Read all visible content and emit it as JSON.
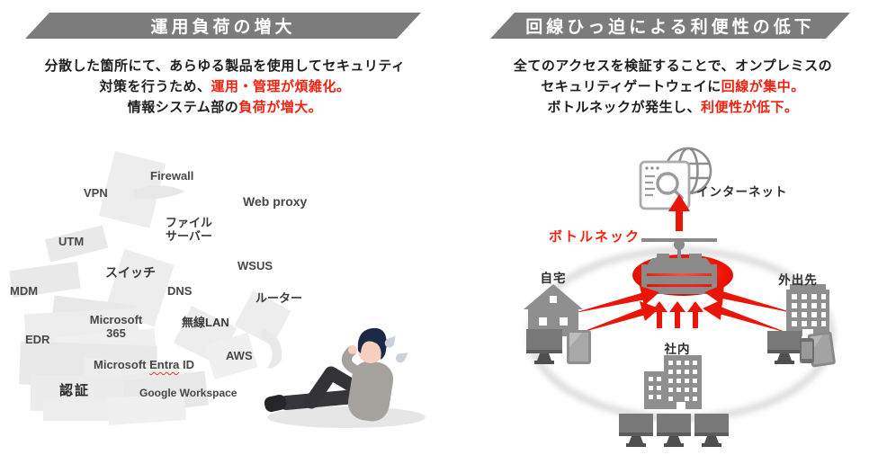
{
  "colors": {
    "accent_red": "#f3210f",
    "banner_gray": "#7c7c7c",
    "icon_gray": "#8f8f8f",
    "paper_gray": "#ededed"
  },
  "left_panel": {
    "title": "運用負荷の増大",
    "description": {
      "line1": "分散した箇所にて、あらゆる製品を使用してセキュリティ",
      "line2_black": "対策を行うため、",
      "line2_red": "運用・管理が煩雑化。",
      "line3_black": "情報システム部の",
      "line3_red": "負荷が増大。"
    },
    "products": {
      "firewall": "Firewall",
      "vpn": "VPN",
      "web_proxy": "Web proxy",
      "file_server": "ファイル\nサーバー",
      "utm": "UTM",
      "wsus": "WSUS",
      "switch": "スイッチ",
      "mdm": "MDM",
      "dns": "DNS",
      "router": "ルーター",
      "m365": "Microsoft\n365",
      "wireless_lan": "無線LAN",
      "edr": "EDR",
      "aws": "AWS",
      "auth": "認証",
      "google_workspace": "Google Workspace"
    },
    "entra": {
      "pre": "Microsoft ",
      "underlined": "Entra",
      "post": " ID"
    }
  },
  "right_panel": {
    "title": "回線ひっ迫による利便性の低下",
    "description": {
      "line1": "全てのアクセスを検証することで、オンプレミスの",
      "line2_black": "セキュリティゲートウェイに",
      "line2_red": "回線が集中。",
      "line3_black": "ボトルネックが発生し、",
      "line3_red": "利便性が低下。"
    },
    "labels": {
      "internet": "インターネット",
      "bottleneck": "ボトルネック",
      "home": "自宅",
      "outside": "外出先",
      "office": "社内"
    }
  }
}
